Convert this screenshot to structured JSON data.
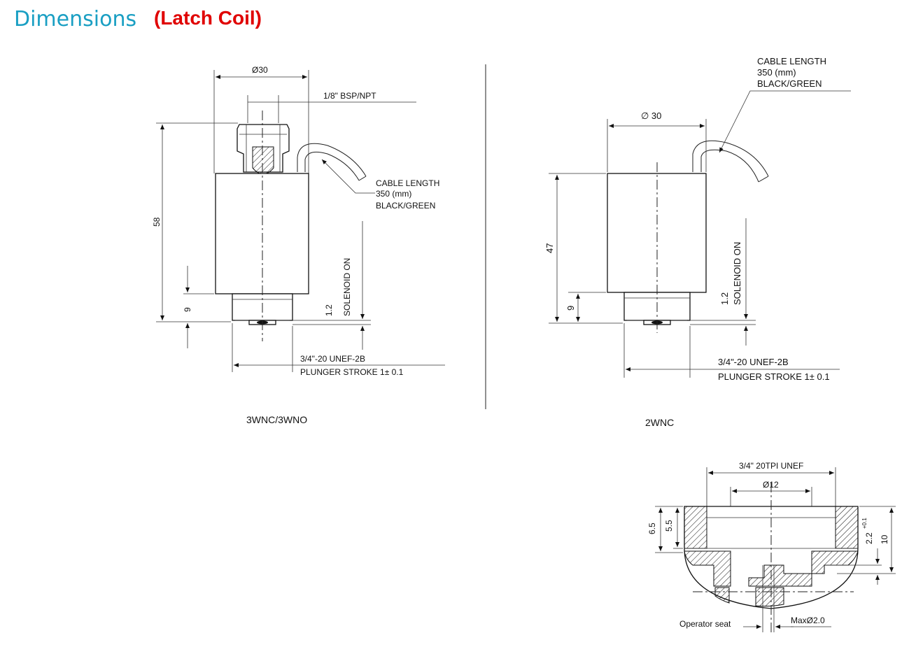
{
  "header": {
    "title": "Dimensions",
    "subtitle": "(Latch Coil)"
  },
  "colors": {
    "title": "#1a9fc3",
    "subtitle": "#e00000",
    "line": "#222222"
  },
  "drawing_3wnc": {
    "caption": "3WNC/3WNO",
    "diameter": "Ø30",
    "port": "1/8\" BSP/NPT",
    "height_total": "58",
    "height_base": "9",
    "cable_line1": "CABLE LENGTH",
    "cable_line2": "350 (mm)",
    "cable_line3": "BLACK/GREEN",
    "solenoid": "SOLENOID ON",
    "stroke_value": "1.2",
    "thread": "3/4\"-20 UNEF-2B",
    "plunger": "PLUNGER STROKE 1± 0.1"
  },
  "drawing_2wnc": {
    "caption": "2WNC",
    "diameter": "∅ 30",
    "height_total": "47",
    "height_base": "9",
    "cable_line1": "CABLE LENGTH",
    "cable_line2": "350 (mm)",
    "cable_line3": "BLACK/GREEN",
    "solenoid": "SOLENOID ON",
    "stroke_value": "1.2",
    "thread": "3/4\"-20 UNEF-2B",
    "plunger": "PLUNGER STROKE  1± 0.1"
  },
  "drawing_detail": {
    "thread": "3/4\" 20TPI UNEF",
    "diameter": "Ø12",
    "depth_a": "6.5",
    "depth_b": "5.5",
    "depth_c": "2.2",
    "depth_c_tol": "+0.1",
    "height": "10",
    "seat": "Operator seat",
    "max_dia": "MaxØ2.0"
  }
}
